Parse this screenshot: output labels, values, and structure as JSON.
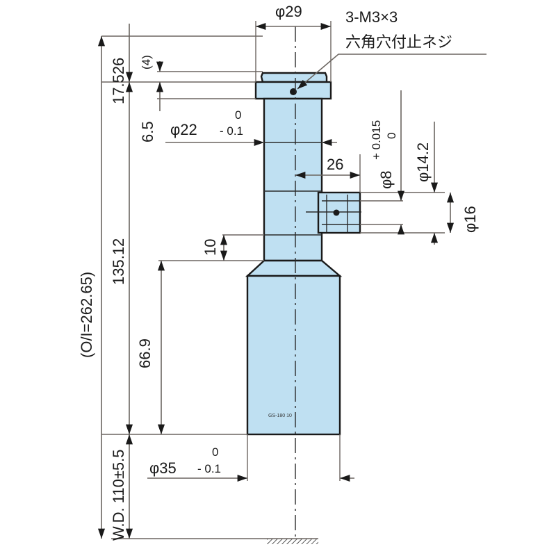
{
  "drawing": {
    "title": "Lens dimensional drawing",
    "colors": {
      "body_fill": "#bfe0f2",
      "outline": "#1a1a1a",
      "dimension_line": "#6b6560"
    },
    "dimensions": {
      "top_diameter": "φ29",
      "screw_callout_line1": "3-M3×3",
      "screw_callout_line2": "六角穴付止ネジ",
      "flange_height": "(4)",
      "top_section_height": "17.526",
      "flange_step": "6.5",
      "mid_diameter": {
        "nominal": "φ22",
        "upper": "0",
        "lower": "- 0.1"
      },
      "port_offset": "26",
      "port_bore": {
        "nominal": "φ8",
        "upper": "+ 0.015",
        "lower": "0"
      },
      "port_inner_diameter": "φ14.2",
      "port_outer_diameter": "φ16",
      "neck_step": "10",
      "overall_length": "(O/I=262.65)",
      "upper_length": "135.12",
      "lower_length": "66.9",
      "working_distance": "W.D. 110±5.5",
      "bottom_diameter": {
        "nominal": "φ35",
        "upper": "0",
        "lower": "- 0.1"
      }
    },
    "body_marking": "GS-180 10"
  }
}
